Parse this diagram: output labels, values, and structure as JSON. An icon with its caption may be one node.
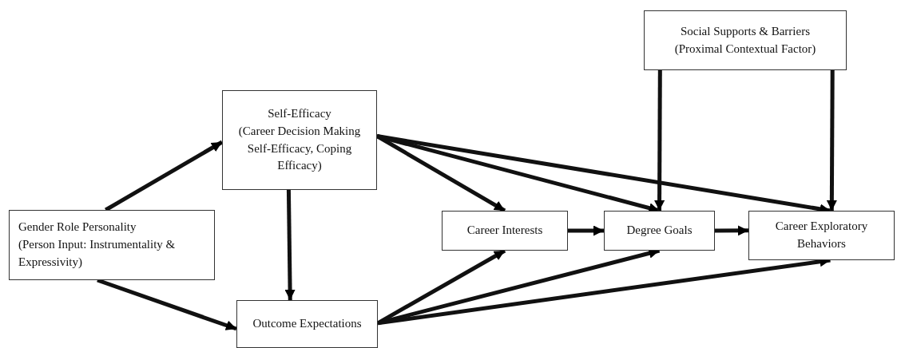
{
  "diagram": {
    "nodes": [
      {
        "text": [
          "Social Supports & Barriers",
          "(Proximal Contextual Factor)"
        ]
      },
      {
        "text": [
          "Self-Efficacy",
          "(Career Decision Making Self-Efficacy, Coping Efficacy)"
        ]
      },
      {
        "text": [
          "Gender Role Personality",
          "(Person Input: Instrumentality & Expressivity)"
        ]
      },
      {
        "text": [
          "Career Interests"
        ]
      },
      {
        "text": [
          "Degree Goals"
        ]
      },
      {
        "text": [
          "Career Exploratory Behaviors"
        ]
      },
      {
        "text": [
          "Outcome Expectations"
        ]
      }
    ],
    "edges": [
      {
        "from": 2,
        "to": 1,
        "arrow": "to"
      },
      {
        "from": 2,
        "to": 6,
        "arrow": "to"
      },
      {
        "from": 1,
        "to": 6,
        "arrow": "to"
      },
      {
        "from": 1,
        "to": 3,
        "arrow": "to"
      },
      {
        "from": 1,
        "to": 4,
        "arrow": "to"
      },
      {
        "from": 1,
        "to": 5,
        "arrow": "to"
      },
      {
        "from": 6,
        "to": 3,
        "arrow": "to"
      },
      {
        "from": 6,
        "to": 4,
        "arrow": "to"
      },
      {
        "from": 6,
        "to": 5,
        "arrow": "to"
      },
      {
        "from": 3,
        "to": 4,
        "arrow": "to"
      },
      {
        "from": 4,
        "to": 5,
        "arrow": "to"
      },
      {
        "from": 0,
        "to": 4,
        "arrow": "to"
      },
      {
        "from": 0,
        "to": 5,
        "arrow": "to"
      }
    ]
  }
}
